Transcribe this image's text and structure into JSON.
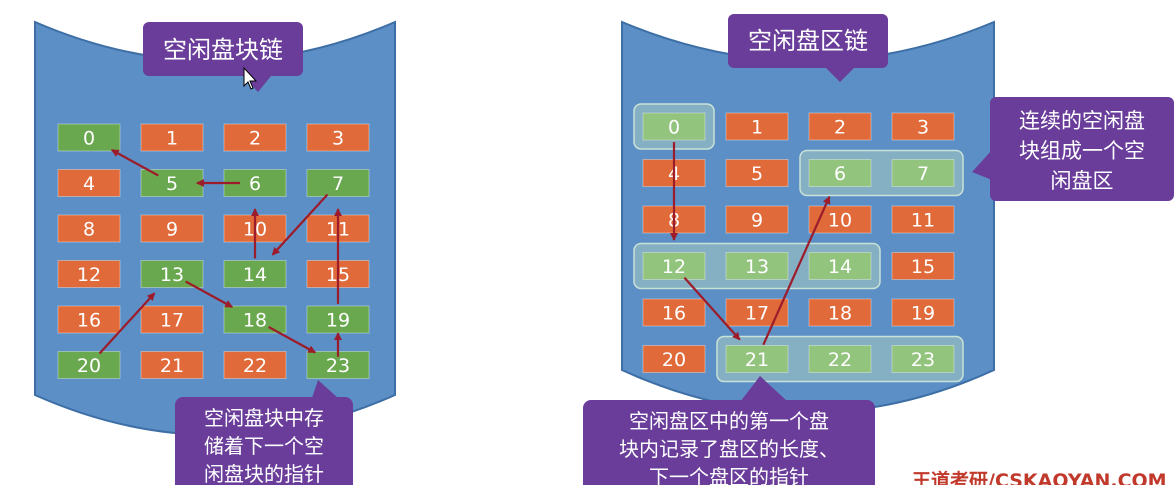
{
  "left": {
    "title": "空闲盘块链",
    "blocks": [
      "0",
      "1",
      "2",
      "3",
      "4",
      "5",
      "6",
      "7",
      "8",
      "9",
      "10",
      "11",
      "12",
      "13",
      "14",
      "15",
      "16",
      "17",
      "18",
      "19",
      "20",
      "21",
      "22",
      "23"
    ],
    "free_blocks": [
      "0",
      "5",
      "6",
      "7",
      "13",
      "14",
      "18",
      "19",
      "20",
      "23"
    ],
    "chain": [
      "20",
      "13",
      "18",
      "23",
      "19",
      "7",
      "14",
      "6",
      "5",
      "0"
    ],
    "note_lines": [
      "空闲盘块中存",
      "储着下一个空",
      "闲盘块的指针"
    ]
  },
  "right": {
    "title": "空闲盘区链",
    "blocks": [
      "0",
      "1",
      "2",
      "3",
      "4",
      "5",
      "6",
      "7",
      "8",
      "9",
      "10",
      "11",
      "12",
      "13",
      "14",
      "15",
      "16",
      "17",
      "18",
      "19",
      "20",
      "21",
      "22",
      "23"
    ],
    "free_blocks": [
      "0",
      "6",
      "7",
      "12",
      "13",
      "14",
      "21",
      "22",
      "23"
    ],
    "regions": [
      [
        "0"
      ],
      [
        "6",
        "7"
      ],
      [
        "12",
        "13",
        "14"
      ],
      [
        "21",
        "22",
        "23"
      ]
    ],
    "chain": [
      "0",
      "12",
      "21",
      "6"
    ],
    "callout_lines": [
      "连续的空闲盘",
      "块组成一个空",
      "闲盘区"
    ],
    "note_lines": [
      "空闲盘区中的第一个盘",
      "块内记录了盘区的长度、",
      "下一个盘区的指针"
    ]
  },
  "watermark": "王道考研/CSKAOYAN.COM",
  "colors": {
    "disk": "#5b8fc5",
    "disk_edge": "#3d6ea5",
    "used_block": "#e06a3a",
    "free_block_left": "#6aa84f",
    "free_block_right": "#93c47d",
    "region": "#a7cbbf",
    "label_bubble": "#6a3d9a",
    "arrow": "#9c1c2b"
  }
}
